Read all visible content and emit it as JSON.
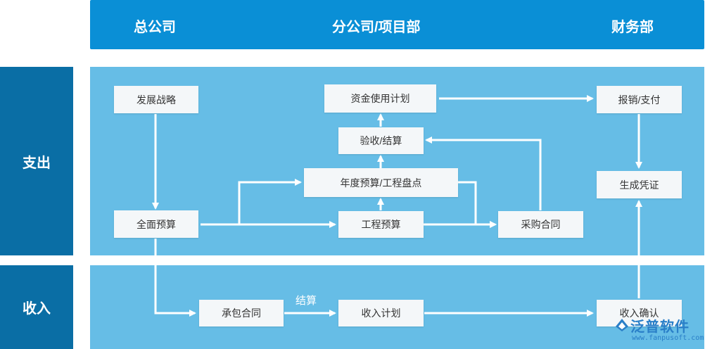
{
  "header": {
    "col1": "总公司",
    "col2": "分公司/项目部",
    "col3": "财务部"
  },
  "lanes": {
    "expense": "支出",
    "income": "收入"
  },
  "nodes": {
    "dev_strategy": "发展战略",
    "full_budget": "全面预算",
    "fund_plan": "资金使用计划",
    "accept_settle": "验收/结算",
    "annual_budget": "年度预算/工程盘点",
    "project_budget": "工程预算",
    "purchase_contract": "采购合同",
    "reimburse_pay": "报销/支付",
    "voucher": "生成凭证",
    "subcontract": "承包合同",
    "income_plan": "收入计划",
    "income_confirm": "收入确认"
  },
  "edge_labels": {
    "settle": "结算"
  },
  "logo": {
    "name": "泛普软件",
    "url": "www.fanpusoft.com"
  },
  "colors": {
    "header": "#0a8fd6",
    "side_tab": "#0a6ea5",
    "lane": "#66bde6",
    "node": "#f4f7f9"
  }
}
